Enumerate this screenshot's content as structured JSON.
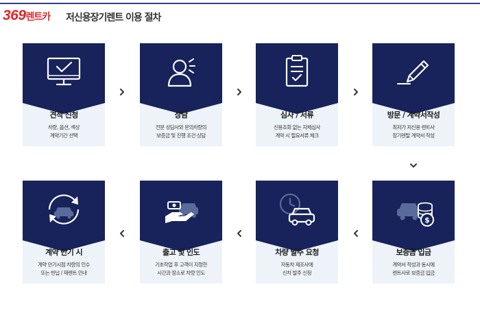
{
  "header": {
    "brand_number": "369",
    "brand_name": "렌트카",
    "title": "저신용장기렌트 이용 절차"
  },
  "colors": {
    "navy": "#17235a",
    "card_bg": "#eef3f9",
    "brand_red": "#e0262b",
    "header_line": "#2f3f86"
  },
  "steps": [
    {
      "title": "견적 신청",
      "lines": [
        "차량, 옵션, 색상",
        "계약기간 선택"
      ],
      "icon": "monitor-check-icon"
    },
    {
      "title": "상담",
      "lines": [
        "전문 상담사와 문의차량의",
        "보증금 및 진행 조건 상담"
      ],
      "icon": "consultant-icon"
    },
    {
      "title": "심사 / 서류",
      "lines": [
        "신용조회 없는 자체심사",
        "계약 시 필요서류 체크"
      ],
      "icon": "clipboard-check-icon"
    },
    {
      "title": "방문 / 계약서작성",
      "lines": [
        "최저가 저신용 렌트사",
        "장기렌탈 계약서 작성"
      ],
      "icon": "pen-icon"
    },
    {
      "title": "보증금 입금",
      "lines": [
        "계약서 작성과 동시에",
        "렌트사로 보증금 입금"
      ],
      "icon": "car-coins-icon"
    },
    {
      "title": "차량 발주 요청",
      "lines": [
        "자동차 제조사에",
        "신차 발주 신청"
      ],
      "icon": "clock-car-icon"
    },
    {
      "title": "출고 및 인도",
      "lines": [
        "기초작업 후 고객이 지정한",
        "시간과 장소로 차량 인도"
      ],
      "icon": "hand-car-icon"
    },
    {
      "title": "계약 만기 시",
      "lines": [
        "계약 만기시점 차량의 인수",
        "또는 반납 / 재렌트 안내"
      ],
      "icon": "car-cycle-icon"
    }
  ]
}
